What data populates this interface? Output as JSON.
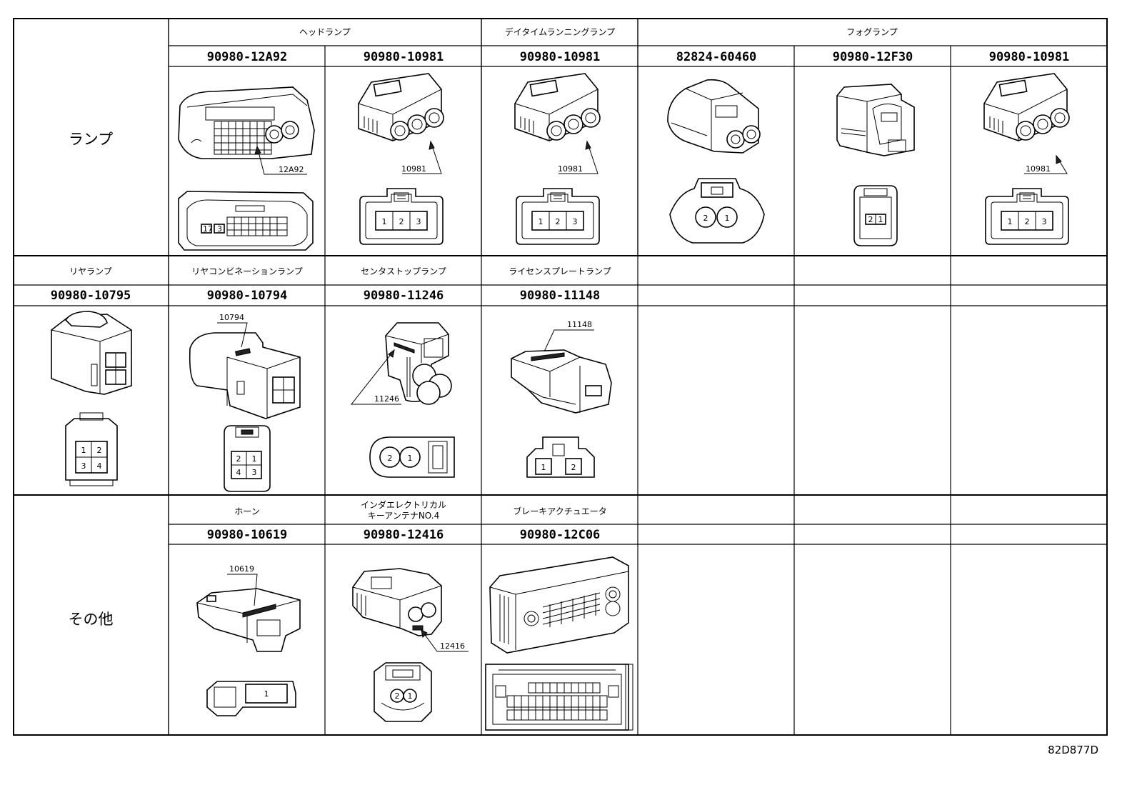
{
  "categories": {
    "lamp": "ランプ",
    "other": "その他"
  },
  "section1": {
    "groups": {
      "headlamp": "ヘッドランプ",
      "drl": "デイタイムランニングランプ",
      "fog": "フォグランプ"
    },
    "parts": [
      "90980-12A92",
      "90980-10981",
      "90980-10981",
      "82824-60460",
      "90980-12F30",
      "90980-10981"
    ],
    "tags": [
      "12A92",
      "10981",
      "10981",
      "10981"
    ],
    "pins": {
      "p10981": [
        "1",
        "2",
        "3"
      ],
      "p60460": [
        "2",
        "1"
      ],
      "p12F30": [
        "2",
        "1"
      ],
      "p12A92_a": "17",
      "p12A92_b": "3"
    }
  },
  "section2": {
    "groups": {
      "rear": "リヤランプ",
      "rearcombo": "リヤコンビネーションランプ",
      "center": "センタストップランプ",
      "license": "ライセンスプレートランプ"
    },
    "parts": [
      "90980-10795",
      "90980-10794",
      "90980-11246",
      "90980-11148"
    ],
    "tags": [
      "10794",
      "11246",
      "11148"
    ],
    "pins": {
      "p10795": [
        "1",
        "2",
        "3",
        "4"
      ],
      "p10794": [
        "2",
        "1",
        "4",
        "3"
      ],
      "p11246": [
        "2",
        "1"
      ],
      "p11148": [
        "1",
        "2"
      ]
    }
  },
  "section3": {
    "groups": {
      "horn": "ホーン",
      "antenna_line1": "インダエレクトリカル",
      "antenna_line2": "キーアンテナNO.4",
      "brake": "ブレーキアクチュエータ"
    },
    "parts": [
      "90980-10619",
      "90980-12416",
      "90980-12C06"
    ],
    "tags": [
      "10619",
      "12416"
    ],
    "pins": {
      "p10619": "1",
      "p12416": [
        "2",
        "1"
      ]
    }
  },
  "footer_code": "82D877D"
}
